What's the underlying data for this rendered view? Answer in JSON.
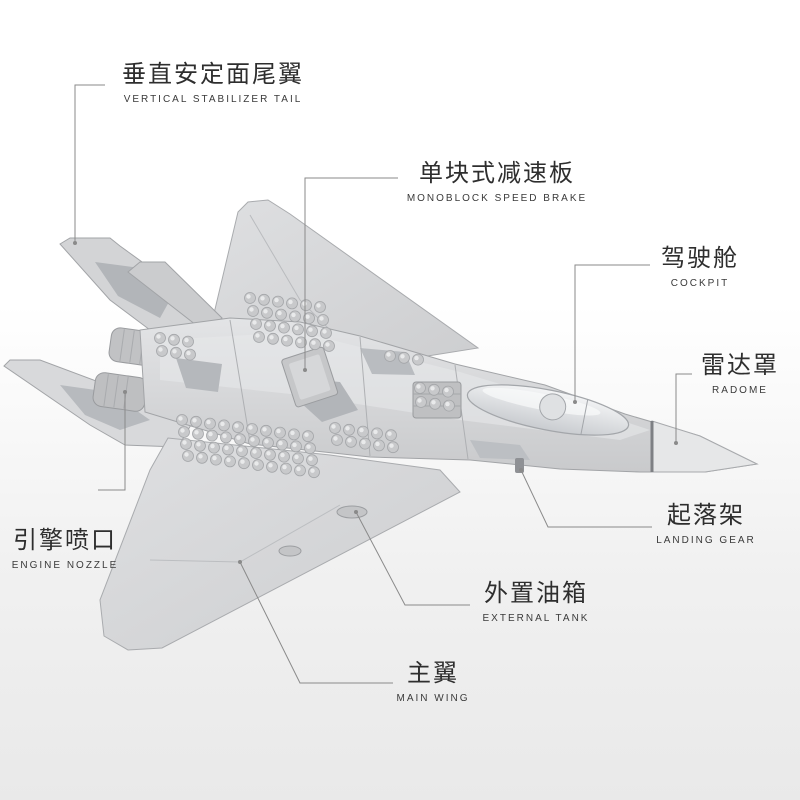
{
  "callouts": {
    "vertical_stabilizer": {
      "zh": "垂直安定面尾翼",
      "en": "VERTICAL STABILIZER TAIL"
    },
    "speed_brake": {
      "zh": "单块式减速板",
      "en": "MONOBLOCK SPEED BRAKE"
    },
    "cockpit": {
      "zh": "驾驶舱",
      "en": "COCKPIT"
    },
    "radome": {
      "zh": "雷达罩",
      "en": "RADOME"
    },
    "landing_gear": {
      "zh": "起落架",
      "en": "LANDING GEAR"
    },
    "external_tank": {
      "zh": "外置油箱",
      "en": "EXTERNAL TANK"
    },
    "main_wing": {
      "zh": "主翼",
      "en": "MAIN WING"
    },
    "engine_nozzle": {
      "zh": "引擎喷口",
      "en": "ENGINE NOZZLE"
    }
  },
  "colors": {
    "text": "#2e2e2e",
    "leader_line": "#8a8a8a",
    "plane_light": "#dcdddf",
    "plane_mid": "#c8c9cb",
    "plane_dark": "#a9abae",
    "camouflage": "#b2b5b9"
  }
}
